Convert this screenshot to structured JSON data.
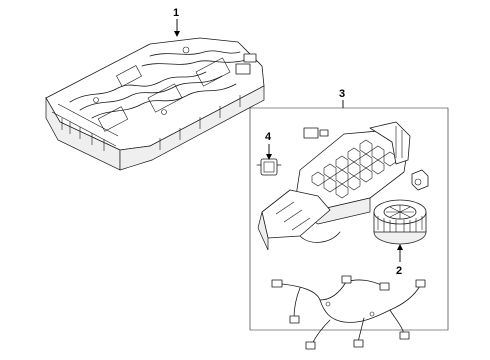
{
  "diagram": {
    "callouts": [
      {
        "id": "1",
        "label": "1"
      },
      {
        "id": "2",
        "label": "2"
      },
      {
        "id": "3",
        "label": "3"
      },
      {
        "id": "4",
        "label": "4"
      }
    ],
    "parts": [
      {
        "callout": "1",
        "icon": "battery-pack-icon"
      },
      {
        "callout": "3",
        "icon": "battery-cooling-assembly-icon"
      },
      {
        "callout": "2",
        "icon": "blower-fan-icon"
      },
      {
        "callout": "4",
        "icon": "sensor-clip-icon"
      },
      {
        "callout": null,
        "icon": "wiring-harness-icon"
      }
    ]
  }
}
